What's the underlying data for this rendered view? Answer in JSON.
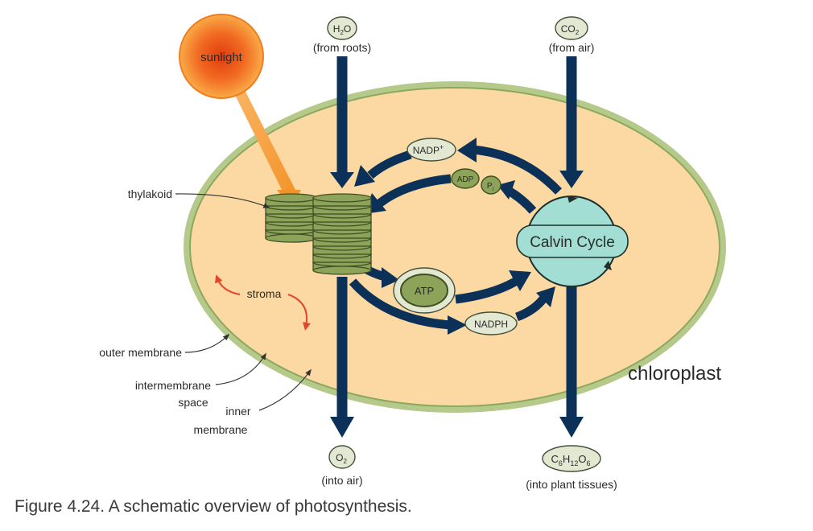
{
  "inputs": {
    "water": {
      "formula_main": "H",
      "formula_sub": "2",
      "formula_tail": "O",
      "source": "(from roots)"
    },
    "co2": {
      "formula_main": "CO",
      "formula_sub": "2",
      "source": "(from air)"
    }
  },
  "outputs": {
    "oxygen": {
      "formula_main": "O",
      "formula_sub": "2",
      "destination": "(into air)"
    },
    "glucose": {
      "c": "C",
      "c_sub": "6",
      "h": "H",
      "h_sub": "12",
      "o": "O",
      "o_sub": "6",
      "destination": "(into plant tissues)"
    }
  },
  "sun": {
    "label": "sunlight"
  },
  "molecules": {
    "nadp": {
      "text": "NADP",
      "sup": "+"
    },
    "adp": "ADP",
    "pi": {
      "text": "P",
      "sub": "i"
    },
    "atp": "ATP",
    "nadph": "NADPH"
  },
  "calvin_cycle": "Calvin Cycle",
  "labels": {
    "thylakoid": "thylakoid",
    "stroma": "stroma",
    "outer_membrane": "outer membrane",
    "intermembrane_line1": "intermembrane",
    "intermembrane_line2": "space",
    "inner_line1": "inner",
    "inner_line2": "membrane",
    "chloroplast": "chloroplast"
  },
  "caption": "Figure 4.24. A schematic overview of photosynthesis.",
  "colors": {
    "outer_membrane": "#b5c98a",
    "stroma": "#fcd9a3",
    "thylakoid_fill": "#8da35a",
    "thylakoid_stroke": "#3f4f22",
    "arrow": "#0c3158",
    "calvin_fill": "#a2ded3",
    "molecule_fill": "#e3e8d2",
    "red_arrow": "#e2452a",
    "sun_core": "#e84a14",
    "sun_edge": "#f8a23c",
    "beam": "#f6a13a"
  }
}
